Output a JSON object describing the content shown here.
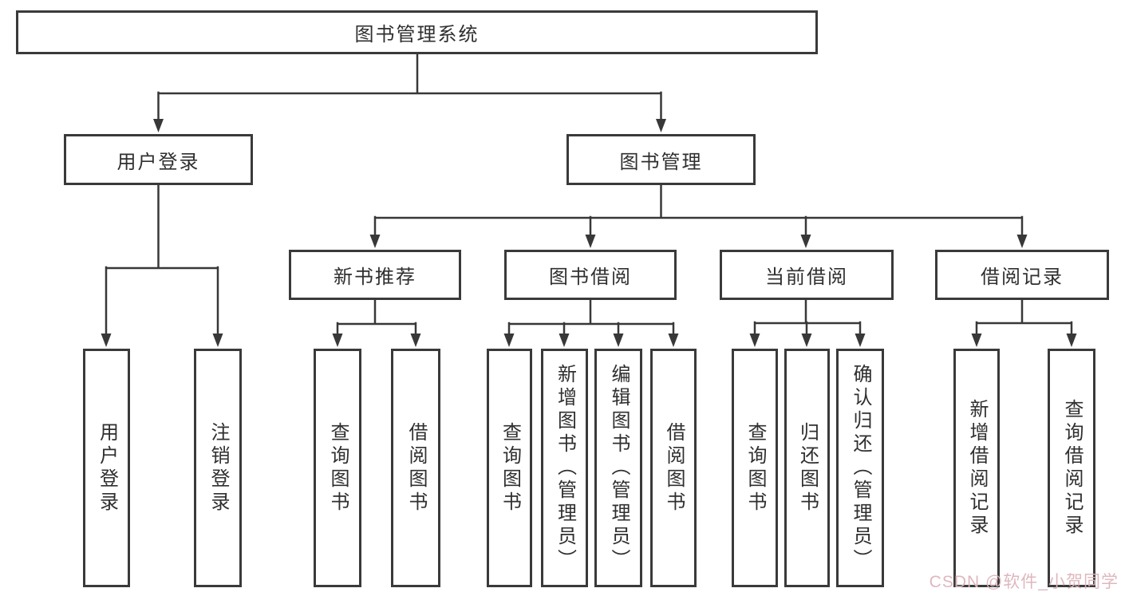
{
  "root": {
    "id": "library-management-system",
    "label": "图书管理系统"
  },
  "level2": [
    {
      "id": "user-login",
      "label": "用户登录",
      "parent": "library-management-system"
    },
    {
      "id": "book-management",
      "label": "图书管理",
      "parent": "library-management-system"
    }
  ],
  "level3": [
    {
      "id": "new-book-recommend",
      "label": "新书推荐",
      "parent": "book-management"
    },
    {
      "id": "book-borrow",
      "label": "图书借阅",
      "parent": "book-management"
    },
    {
      "id": "current-borrow",
      "label": "当前借阅",
      "parent": "book-management"
    },
    {
      "id": "borrow-records",
      "label": "借阅记录",
      "parent": "book-management"
    }
  ],
  "leaves": [
    {
      "id": "leaf-user-login",
      "label": "用户登录",
      "parent": "user-login"
    },
    {
      "id": "leaf-logout",
      "label": "注销登录",
      "parent": "user-login"
    },
    {
      "id": "leaf-query-books-recommend",
      "label": "查询图书",
      "parent": "new-book-recommend"
    },
    {
      "id": "leaf-borrow-books-recommend",
      "label": "借阅图书",
      "parent": "new-book-recommend"
    },
    {
      "id": "leaf-query-books-borrow",
      "label": "查询图书",
      "parent": "book-borrow"
    },
    {
      "id": "leaf-add-books-admin",
      "label": "新增图书（管理员）",
      "parent": "book-borrow"
    },
    {
      "id": "leaf-edit-books-admin",
      "label": "编辑图书（管理员）",
      "parent": "book-borrow"
    },
    {
      "id": "leaf-borrow-books",
      "label": "借阅图书",
      "parent": "book-borrow"
    },
    {
      "id": "leaf-query-books-current",
      "label": "查询图书",
      "parent": "current-borrow"
    },
    {
      "id": "leaf-return-books",
      "label": "归还图书",
      "parent": "current-borrow"
    },
    {
      "id": "leaf-confirm-return-admin",
      "label": "确认归还（管理员）",
      "parent": "current-borrow"
    },
    {
      "id": "leaf-add-borrow-record",
      "label": "新增借阅记录",
      "parent": "borrow-records"
    },
    {
      "id": "leaf-query-borrow-record",
      "label": "查询借阅记录",
      "parent": "borrow-records"
    }
  ],
  "watermark": {
    "text": "CSDN @软件_小贺同学",
    "color": "#ddb4bb"
  },
  "colors": {
    "line": "#383838",
    "text": "#2f2f2f",
    "box_background": "#ffffff"
  }
}
